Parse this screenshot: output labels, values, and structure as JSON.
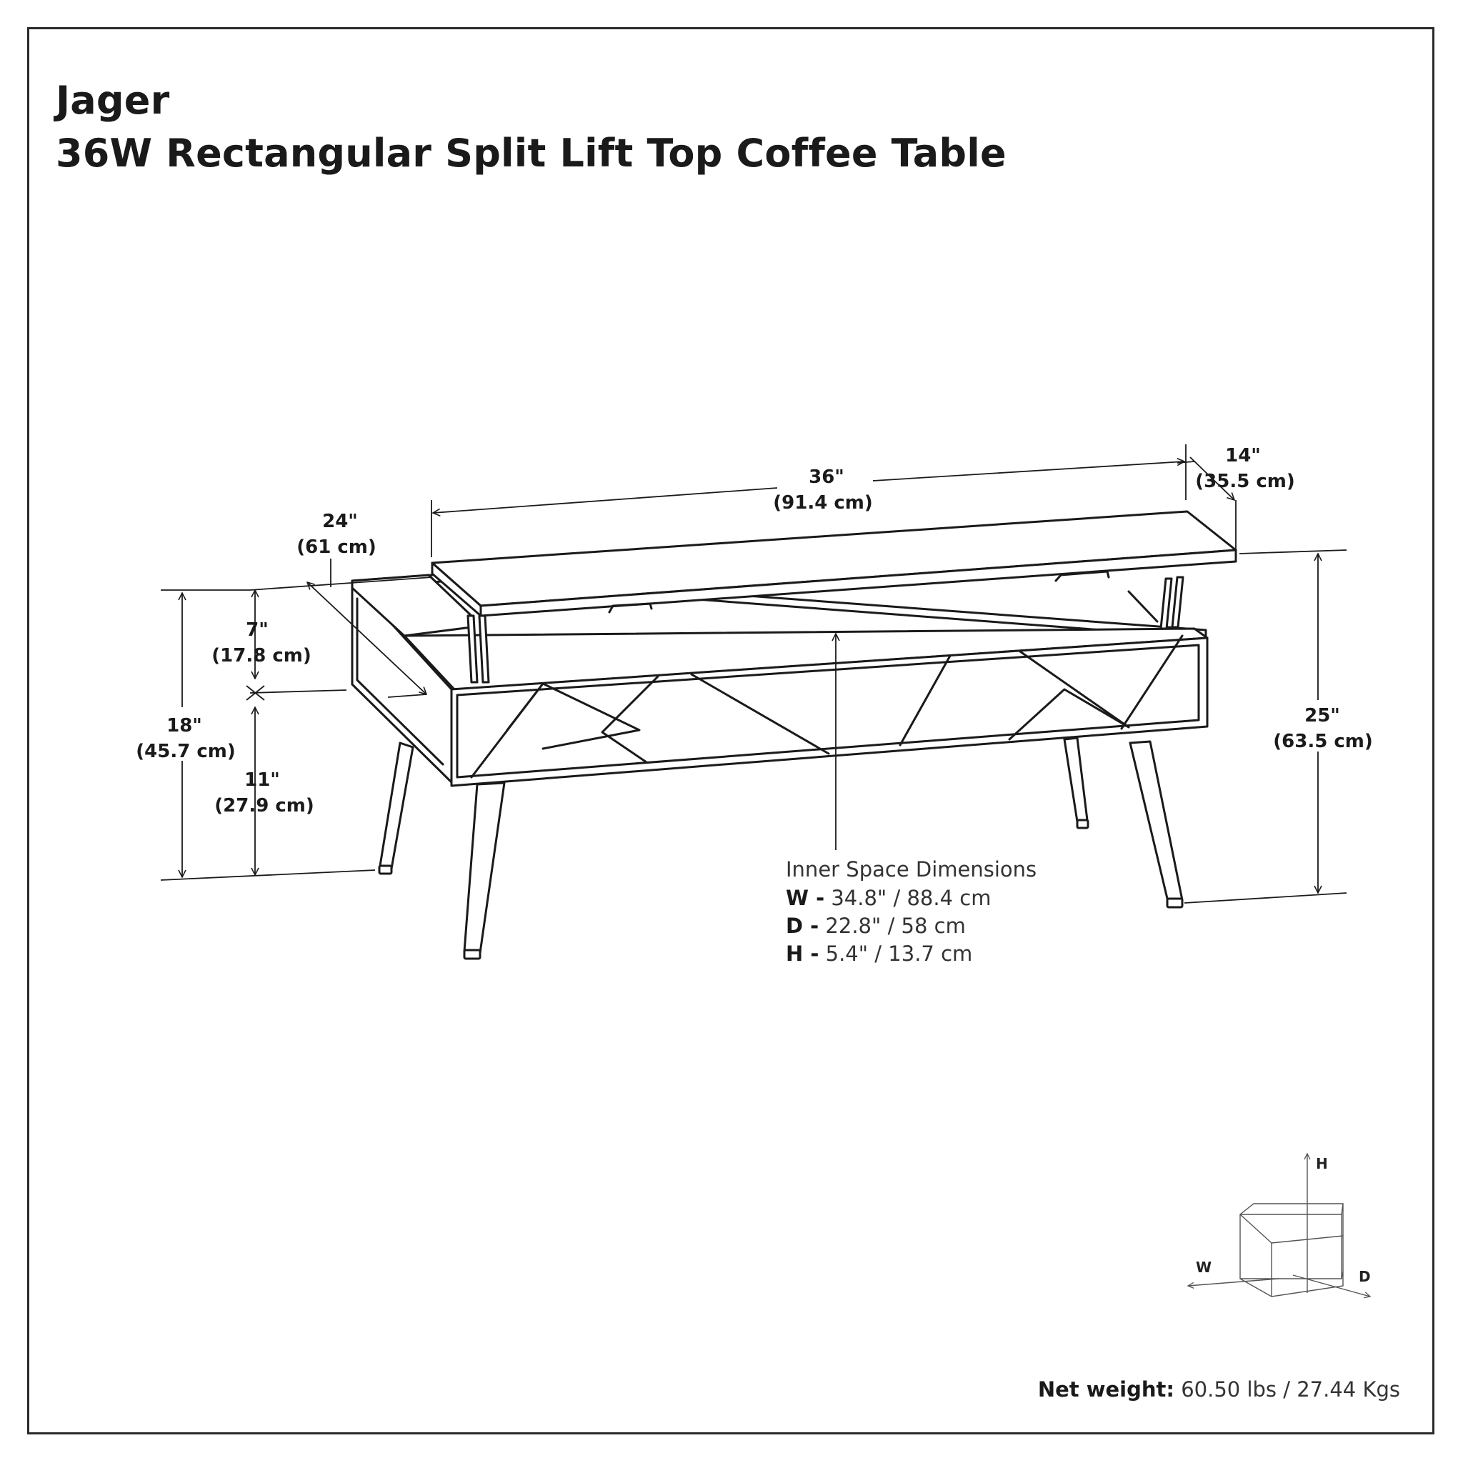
{
  "title": {
    "brand": "Jager",
    "product": "36W Rectangular Split Lift Top Coffee Table"
  },
  "dimensions": {
    "top_width": {
      "in": "36\"",
      "cm": "(91.4 cm)"
    },
    "top_depth": {
      "in": "14\"",
      "cm": "(35.5 cm)"
    },
    "depth": {
      "in": "24\"",
      "cm": "(61 cm)"
    },
    "lift": {
      "in": "7\"",
      "cm": "(17.8 cm)"
    },
    "closed_height": {
      "in": "18\"",
      "cm": "(45.7 cm)"
    },
    "leg_height": {
      "in": "11\"",
      "cm": "(27.9 cm)"
    },
    "lifted_height": {
      "in": "25\"",
      "cm": "(63.5 cm)"
    }
  },
  "inner_space": {
    "heading": "Inner Space Dimensions",
    "rows": [
      {
        "key": "W -",
        "value": " 34.8\" / 88.4 cm"
      },
      {
        "key": "D -",
        "value": " 22.8\" / 58 cm"
      },
      {
        "key": "H -",
        "value": " 5.4\" / 13.7 cm"
      }
    ]
  },
  "axes": {
    "h": "H",
    "w": "W",
    "d": "D"
  },
  "net_weight": {
    "label": "Net weight:",
    "value": " 60.50 lbs / 27.44 Kgs"
  }
}
